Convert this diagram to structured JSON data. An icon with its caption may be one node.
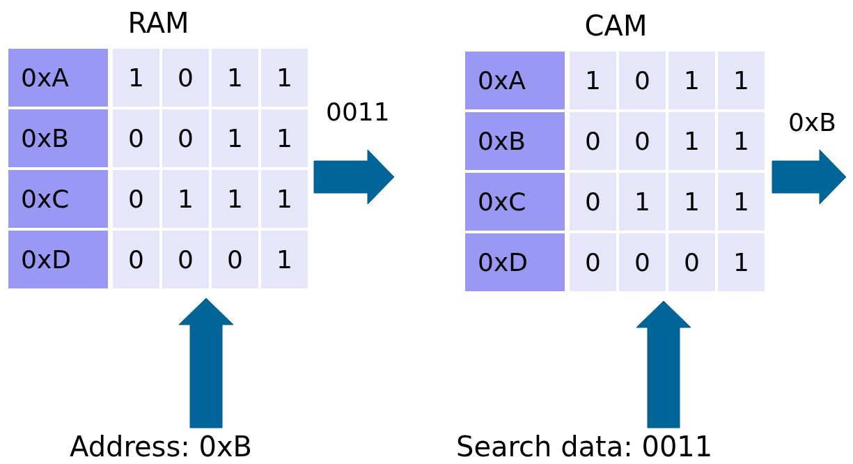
{
  "diagram": {
    "nodes": [
      {
        "text": [
          "RAM"
        ]
      },
      {
        "text": [
          "Address: 0xB"
        ]
      },
      {
        "text": [
          "CAM"
        ]
      },
      {
        "text": [
          "Search data: 0011"
        ]
      }
    ],
    "edges": [
      {
        "from": 1,
        "to": 0,
        "arrow": "to"
      },
      {
        "from": 0,
        "to": null,
        "arrow": "to",
        "label": "0011"
      },
      {
        "from": 3,
        "to": 2,
        "arrow": "to"
      },
      {
        "from": 2,
        "to": null,
        "arrow": "to",
        "label": "0xB"
      }
    ],
    "labels": [
      "0xA",
      "1",
      "0",
      "1",
      "1",
      "0xB",
      "0",
      "0",
      "1",
      "1",
      "0xC",
      "0",
      "1",
      "1",
      "1",
      "0xD",
      "0",
      "0",
      "0",
      "1",
      "0xA",
      "1",
      "0",
      "1",
      "1",
      "0xB",
      "0",
      "0",
      "1",
      "1",
      "0xC",
      "0",
      "1",
      "1",
      "1",
      "0xD",
      "0",
      "0",
      "0",
      "1"
    ]
  }
}
